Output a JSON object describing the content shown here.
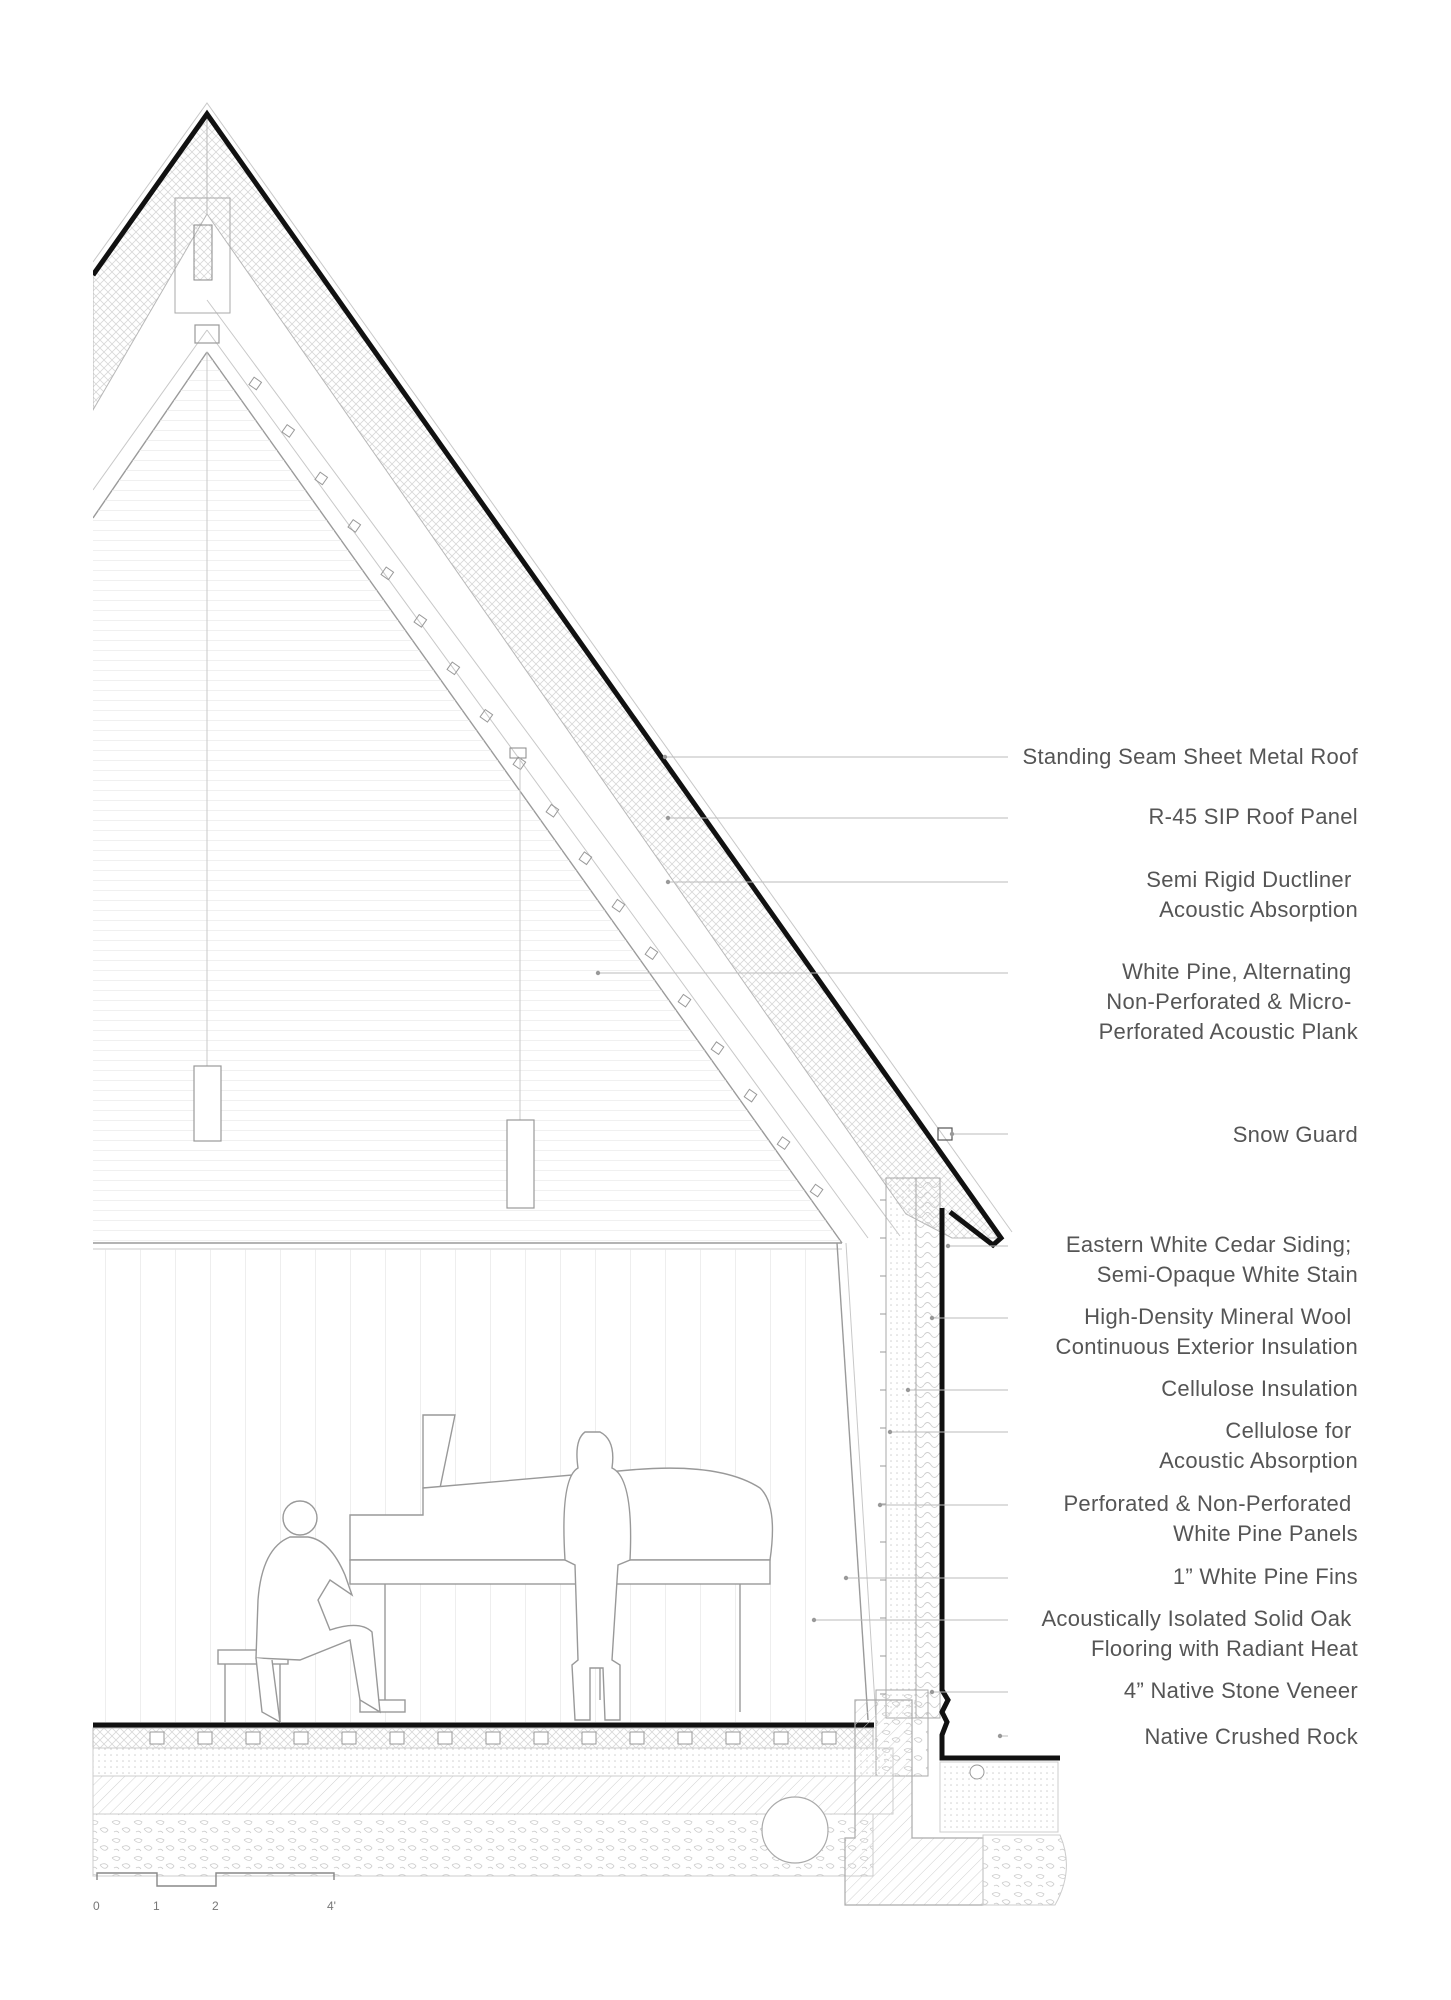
{
  "callouts": [
    {
      "lines": [
        "Standing Seam Sheet Metal Roof"
      ]
    },
    {
      "lines": [
        "R-45 SIP Roof Panel"
      ]
    },
    {
      "lines": [
        "Semi Rigid Ductliner",
        "Acoustic Absorption"
      ]
    },
    {
      "lines": [
        "White Pine, Alternating",
        "Non-Perforated & Micro-",
        "Perforated Acoustic Plank"
      ]
    },
    {
      "lines": [
        "Snow Guard"
      ]
    },
    {
      "lines": [
        "Eastern White Cedar Siding;",
        "Semi-Opaque White Stain"
      ]
    },
    {
      "lines": [
        "High-Density Mineral Wool",
        "Continuous Exterior Insulation"
      ]
    },
    {
      "lines": [
        "Cellulose Insulation"
      ]
    },
    {
      "lines": [
        "Cellulose for",
        "Acoustic Absorption"
      ]
    },
    {
      "lines": [
        "Perforated & Non-Perforated",
        "White Pine Panels"
      ]
    },
    {
      "lines": [
        "1” White Pine Fins"
      ]
    },
    {
      "lines": [
        "Acoustically Isolated Solid Oak",
        "Flooring with Radiant Heat"
      ]
    },
    {
      "lines": [
        "4” Native Stone Veneer"
      ]
    },
    {
      "lines": [
        "Native Crushed Rock"
      ]
    }
  ],
  "scale_bar": {
    "labels": [
      "0",
      "1",
      "2",
      "4'"
    ]
  }
}
